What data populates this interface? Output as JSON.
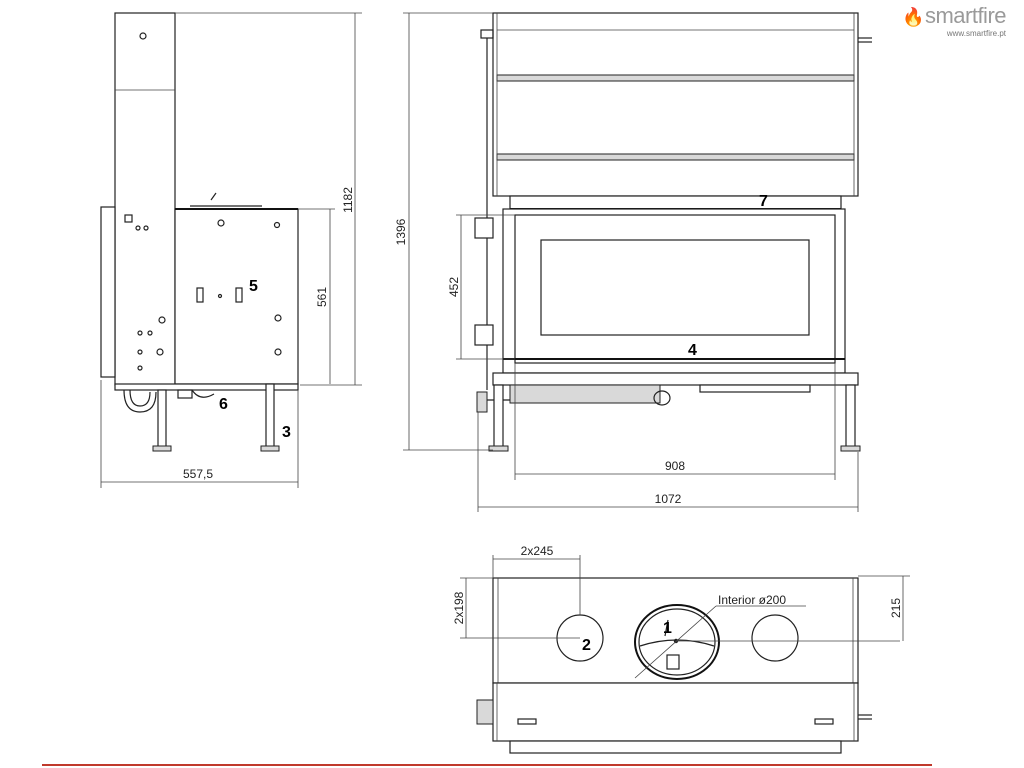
{
  "brand": {
    "name": "smartfire",
    "url": "www.smartfire.pt",
    "flame_icon": "flame-icon",
    "accent": "#f2a44a"
  },
  "dimensions": {
    "side_height": "1182",
    "side_body": "561",
    "side_depth": "557,5",
    "front_height": "1396",
    "front_glass": "452",
    "front_opening": "908",
    "front_width": "1072",
    "top_spacing_x": "2x245",
    "top_spacing_y": "2x198",
    "top_depth": "215",
    "flue_note": "Interior ø200"
  },
  "callouts": [
    "1",
    "2",
    "3",
    "4",
    "5",
    "6",
    "7"
  ],
  "colors": {
    "line": "#222222",
    "rule": "#c0392b"
  }
}
